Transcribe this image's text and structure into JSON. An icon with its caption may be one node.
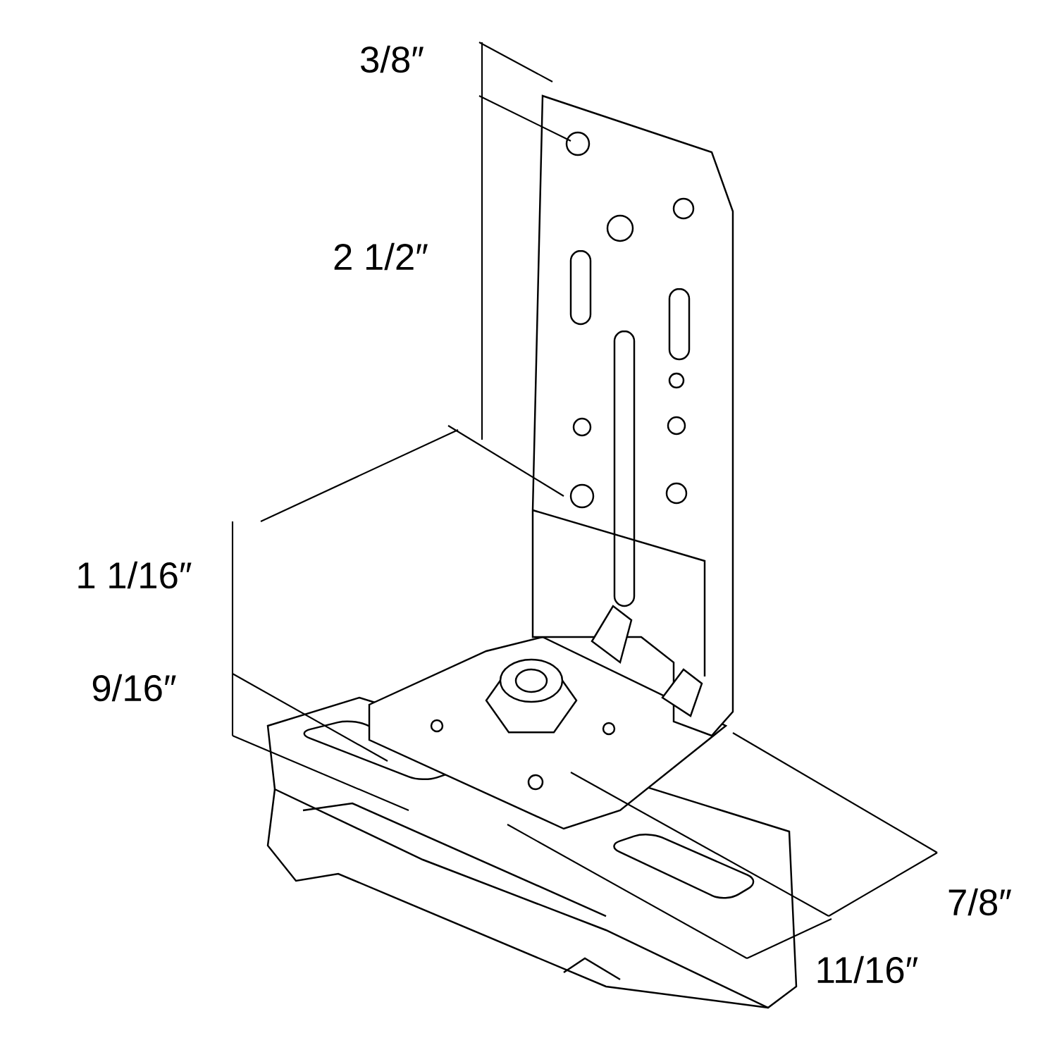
{
  "diagram": {
    "labels": [
      "3/8″",
      "2 1/2″",
      "1 1/16″",
      "9/16″",
      "7/8″",
      "11/16″"
    ]
  }
}
